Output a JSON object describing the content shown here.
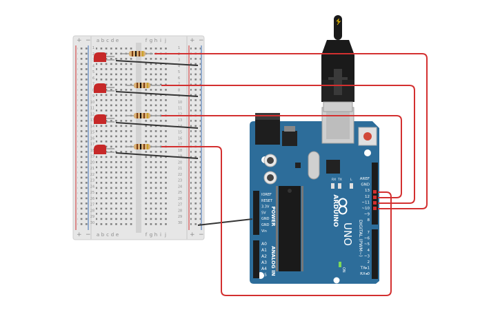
{
  "breadboard": {
    "column_letters": [
      "a",
      "b",
      "c",
      "d",
      "e",
      "f",
      "g",
      "h",
      "i",
      "j"
    ],
    "rail_plus": "+",
    "rail_minus": "−",
    "row_numbers": [
      "1",
      "2",
      "3",
      "4",
      "5",
      "6",
      "7",
      "8",
      "9",
      "10",
      "11",
      "12",
      "13",
      "14",
      "15",
      "16",
      "17",
      "18",
      "19",
      "20",
      "21",
      "22",
      "23",
      "24",
      "25",
      "26",
      "27",
      "28",
      "29",
      "30"
    ]
  },
  "arduino": {
    "model": "UNO",
    "brand": "ARDUINO",
    "power_header_labels": [
      "IOREF",
      "RESET",
      "3.3V",
      "5V",
      "GND",
      "GND",
      "Vin"
    ],
    "power_title": "POWER",
    "analog_labels": [
      "A0",
      "A1",
      "A2",
      "A3",
      "A4",
      "A5"
    ],
    "analog_title": "ANALOG IN",
    "digital_top_labels": [
      "AREF",
      "GND",
      "13",
      "12",
      "~11",
      "~10",
      "~9",
      "8"
    ],
    "digital_bottom_labels": [
      "7",
      "~6",
      "~5",
      "4",
      "~3",
      "2",
      "TX▸1",
      "RX◂0"
    ],
    "digital_title": "DIGITAL (PWM~)",
    "led_labels": [
      "RX",
      "TX",
      "L"
    ],
    "on_label": "ON"
  },
  "colors": {
    "wire_red": "#d32f2f",
    "wire_black": "#333333",
    "board_blue": "#2d6d9a",
    "breadboard": "#e6e6e6"
  }
}
